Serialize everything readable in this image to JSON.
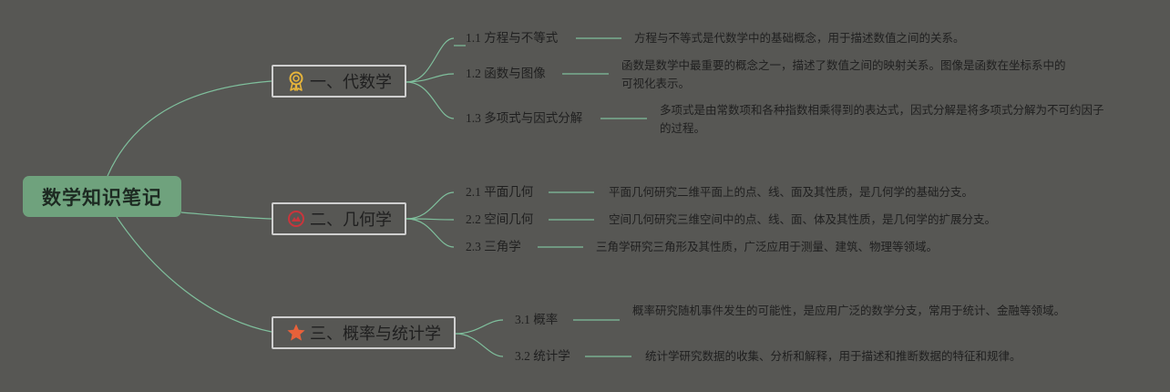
{
  "root": {
    "title": "数学知识笔记"
  },
  "branches": [
    {
      "label": "一、代数学",
      "icon": "ribbon-medal-icon",
      "icon_color": "#e6b43b",
      "children": [
        {
          "label": "1.1 方程与不等式",
          "description": "方程与不等式是代数学中的基础概念，用于描述数值之间的关系。"
        },
        {
          "label": "1.2 函数与图像",
          "description": "函数是数学中最重要的概念之一，描述了数值之间的映射关系。图像是函数在坐标系中的可视化表示。"
        },
        {
          "label": "1.3 多项式与因式分解",
          "description": "多项式是由常数项和各种指数相乘得到的表达式，因式分解是将多项式分解为不可约因子的过程。"
        }
      ]
    },
    {
      "label": "二、几何学",
      "icon": "red-circle-emblem-icon",
      "icon_color": "#c9353c",
      "children": [
        {
          "label": "2.1 平面几何",
          "description": "平面几何研究二维平面上的点、线、面及其性质，是几何学的基础分支。"
        },
        {
          "label": "2.2 空间几何",
          "description": "空间几何研究三维空间中的点、线、面、体及其性质，是几何学的扩展分支。"
        },
        {
          "label": "2.3 三角学",
          "description": "三角学研究三角形及其性质，广泛应用于测量、建筑、物理等领域。"
        }
      ]
    },
    {
      "label": "三、概率与统计学",
      "icon": "star-icon",
      "icon_color": "#e8613a",
      "children": [
        {
          "label": "3.1 概率",
          "description": "概率研究随机事件发生的可能性，是应用广泛的数学分支，常用于统计、金融等领域。"
        },
        {
          "label": "3.2 统计学",
          "description": "统计学研究数据的收集、分析和解释，用于描述和推断数据的特征和规律。"
        }
      ]
    }
  ],
  "colors": {
    "background": "#575754",
    "root_fill": "#6fa27d",
    "link": "#7fbf9c"
  }
}
